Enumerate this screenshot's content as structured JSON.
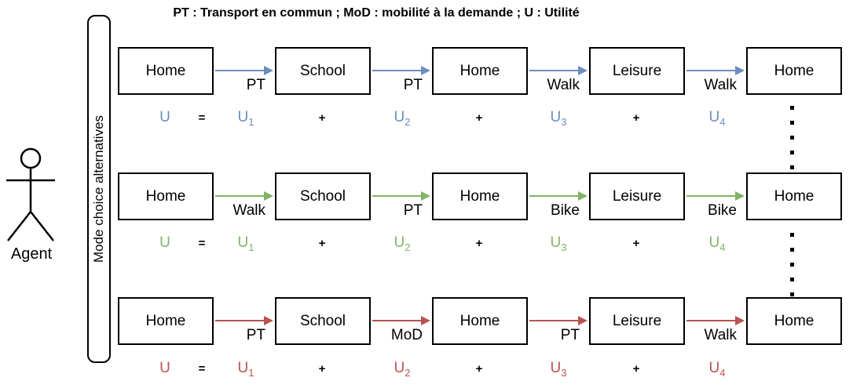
{
  "title": "PT : Transport en commun ; MoD : mobilité à la demande ; U : Utilité",
  "agent": {
    "label": "Agent"
  },
  "mode_bar": {
    "label": "Mode choice alternatives"
  },
  "activities": [
    "Home",
    "School",
    "Home",
    "Leisure",
    "Home"
  ],
  "rows": [
    {
      "name": "alternative-1",
      "color": "#6c8ebf",
      "modes": [
        "PT",
        "PT",
        "Walk",
        "Walk"
      ]
    },
    {
      "name": "alternative-2",
      "color": "#82b366",
      "modes": [
        "Walk",
        "PT",
        "Bike",
        "Bike"
      ]
    },
    {
      "name": "alternative-3",
      "color": "#b85450",
      "modes": [
        "PT",
        "MoD",
        "PT",
        "Walk"
      ]
    }
  ],
  "equation": {
    "parts": [
      {
        "text": "U",
        "colored": true
      },
      {
        "text": "=",
        "colored": false
      },
      {
        "text": "U",
        "sub": "1",
        "colored": true
      },
      {
        "text": "+",
        "colored": false
      },
      {
        "text": "U",
        "sub": "2",
        "colored": true
      },
      {
        "text": "+",
        "colored": false
      },
      {
        "text": "U",
        "sub": "3",
        "colored": true
      },
      {
        "text": "+",
        "colored": false
      },
      {
        "text": "U",
        "sub": "4",
        "colored": true
      }
    ]
  }
}
